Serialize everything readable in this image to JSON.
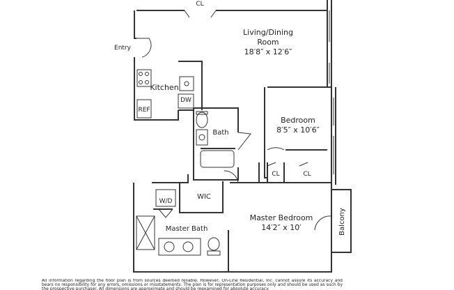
{
  "rooms": {
    "closet_top": "CL",
    "living": {
      "name_line1": "Living/Dining",
      "name_line2": "Room",
      "dims": "18′8″ x 12′6″"
    },
    "entry": "Entry",
    "kitchen": "Kitchen",
    "dishwasher": "DW",
    "refrigerator": "REF",
    "bath": "Bath",
    "bedroom": {
      "name": "Bedroom",
      "dims": "8′5″ x 10′6″"
    },
    "closet_a": "CL",
    "closet_b": "CL",
    "wic": "WIC",
    "washer_dryer": "W/D",
    "master_bath": "Master Bath",
    "master_bedroom": {
      "name": "Master Bedroom",
      "dims": "14′2″ x 10′"
    },
    "balcony": "Balcony"
  },
  "disclaimer": "All information regarding the floor plan is from sources deemed reliable. However, On-Line Residential, Inc. cannot assure its accuracy and bears no responsibility for any errors, omissions or misstatements. The plan is for representation purposes only and should be used as such by the prospective purchaser. All dimensions are approximate and should be reexamined for absolute accuracy."
}
